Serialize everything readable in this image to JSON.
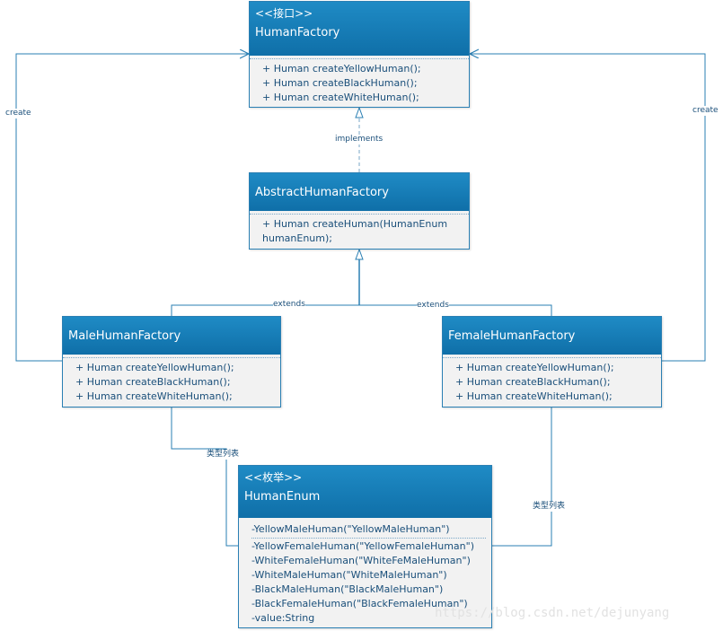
{
  "classes": {
    "human_factory": {
      "stereotype": "<<接口>>",
      "name": "HumanFactory",
      "methods": [
        "+ Human createYellowHuman();",
        "+ Human createBlackHuman();",
        "+ Human createWhiteHuman();"
      ]
    },
    "abstract_human_factory": {
      "name": "AbstractHumanFactory",
      "methods": [
        "+ Human createHuman(HumanEnum",
        "humanEnum);"
      ]
    },
    "male_human_factory": {
      "name": "MaleHumanFactory",
      "methods": [
        "+ Human createYellowHuman();",
        "+ Human createBlackHuman();",
        "+ Human createWhiteHuman();"
      ]
    },
    "female_human_factory": {
      "name": "FemaleHumanFactory",
      "methods": [
        "+ Human createYellowHuman();",
        "+ Human createBlackHuman();",
        "+ Human createWhiteHuman();"
      ]
    },
    "human_enum": {
      "stereotype": "<<枚举>>",
      "name": "HumanEnum",
      "first_member": "-YellowMaleHuman(\"YellowMaleHuman\")",
      "members": [
        "-YellowFemaleHuman(\"YellowFemaleHuman\")",
        "-WhiteFemaleHuman(\"WhiteFeMaleHuman\")",
        "-WhiteMaleHuman(\"WhiteMaleHuman\")",
        "-BlackMaleHuman(\"BlackMaleHuman\")",
        "-BlackFemaleHuman(\"BlackFemaleHuman\")",
        "-value:String"
      ]
    }
  },
  "edges": {
    "create_left": "create",
    "create_right": "create",
    "implements": "implements",
    "extends_left": "extends",
    "extends_right": "extends",
    "type_list_left": "类型列表",
    "type_list_right": "类型列表"
  },
  "watermark": "https://blog.csdn.net/dejunyang",
  "colors": {
    "line": "#2a7fb3",
    "header": "#1579b5",
    "body": "#f2f2f2",
    "text": "#1a4f7a"
  }
}
